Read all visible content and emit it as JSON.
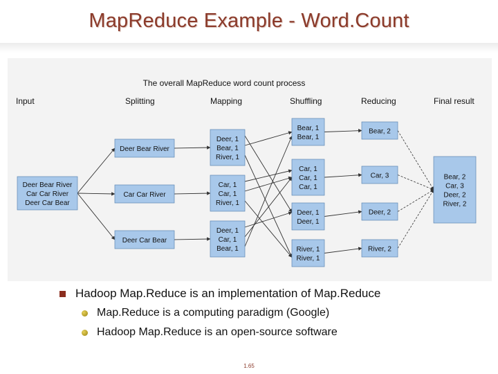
{
  "slide": {
    "title": "MapReduce Example - Word.Count",
    "page_number": "1.65"
  },
  "diagram": {
    "title": "The overall MapReduce word count process",
    "stages": [
      "Input",
      "Splitting",
      "Mapping",
      "Shuffling",
      "Reducing",
      "Final result"
    ],
    "input": [
      "Deer Bear River",
      "Car Car River",
      "Deer Car Bear"
    ],
    "splits": [
      "Deer Bear River",
      "Car Car River",
      "Deer Car Bear"
    ],
    "mapping": [
      [
        "Deer, 1",
        "Bear, 1",
        "River, 1"
      ],
      [
        "Car, 1",
        "Car, 1",
        "River, 1"
      ],
      [
        "Deer, 1",
        "Car, 1",
        "Bear, 1"
      ]
    ],
    "shuffling": [
      [
        "Bear, 1",
        "Bear, 1"
      ],
      [
        "Car, 1",
        "Car, 1",
        "Car, 1"
      ],
      [
        "Deer, 1",
        "Deer, 1"
      ],
      [
        "River, 1",
        "River, 1"
      ]
    ],
    "reducing": [
      "Bear, 2",
      "Car, 3",
      "Deer, 2",
      "River, 2"
    ],
    "final": [
      "Bear, 2",
      "Car, 3",
      "Deer, 2",
      "River, 2"
    ],
    "box_color": "#a8c8ea",
    "box_border": "#5d86b3"
  },
  "bullets": {
    "main": "Hadoop Map.Reduce is an implementation of Map.Reduce",
    "sub": [
      "Map.Reduce is a computing paradigm (Google)",
      "Hadoop Map.Reduce is an open-source software"
    ]
  },
  "colors": {
    "title": "#8b3a2a",
    "bullet_square": "#8b2e1f",
    "bullet_dot": "#c9b12a"
  }
}
